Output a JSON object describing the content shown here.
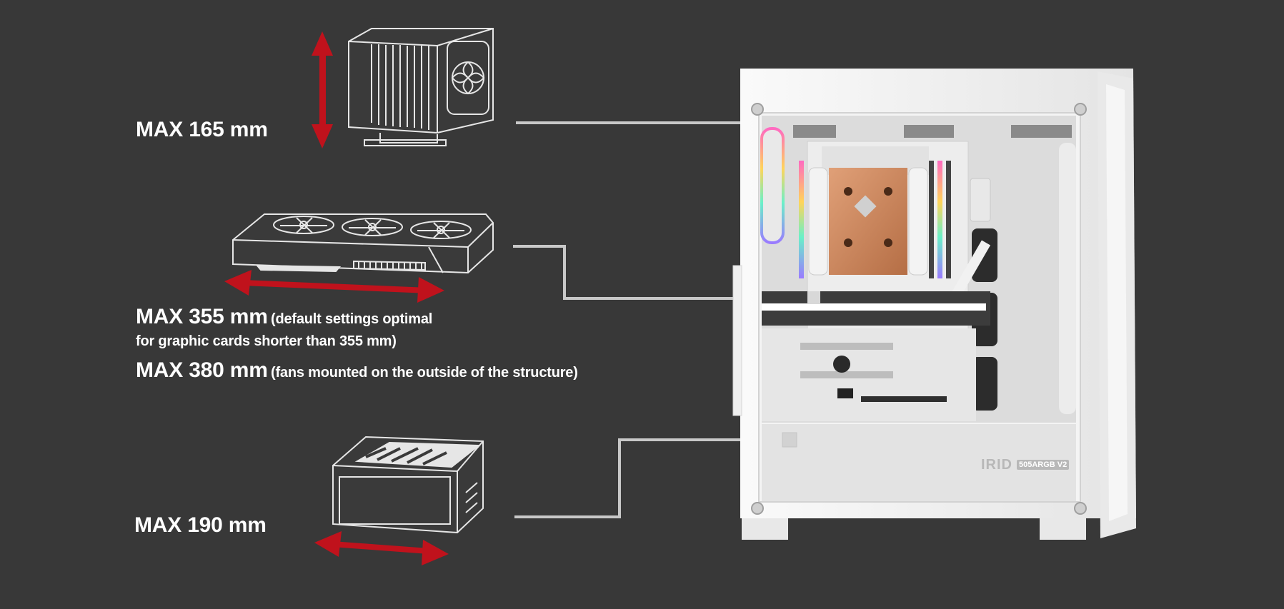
{
  "specs": {
    "cooler": {
      "label": "MAX 165 mm"
    },
    "gpu": {
      "primary": "MAX 355 mm",
      "primary_note": "(default settings optimal",
      "primary_note_cont": "for graphic cards shorter than 355 mm)",
      "secondary": "MAX 380 mm",
      "secondary_note": "(fans mounted on the outside of the structure)"
    },
    "psu": {
      "label": "MAX 190 mm"
    }
  },
  "case": {
    "brand": "IRID",
    "model": "505ARGB V2"
  },
  "colors": {
    "background": "#383838",
    "arrow": "#c0121c",
    "line": "#c8c8c8",
    "outline": "#e6e6e6",
    "case_body": "#f2f2f2"
  },
  "icons": [
    "cpu-cooler-icon",
    "graphics-card-icon",
    "power-supply-icon",
    "pc-case-illustration"
  ]
}
